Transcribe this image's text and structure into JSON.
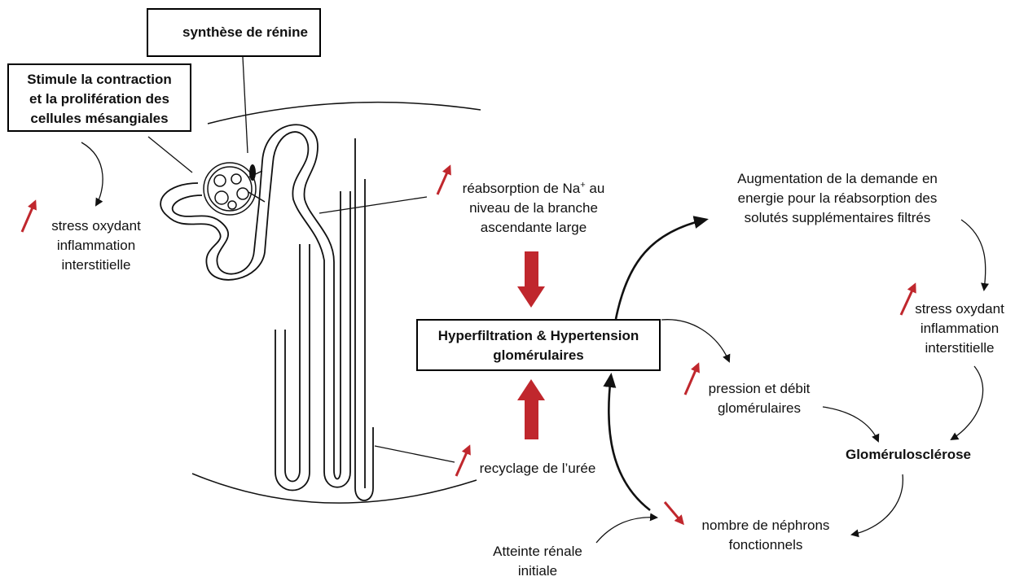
{
  "colors": {
    "up_arrow": "#c0272d",
    "down_arrow": "#c0272d",
    "big_arrow": "#c0272d",
    "line": "#111111"
  },
  "boxes": {
    "renin": "synthèse de rénine",
    "mesangial": [
      "Stimule la contraction",
      "et la prolifération des",
      "cellules mésangiales"
    ],
    "hyper": [
      "Hyperfiltration & Hypertension",
      "glomérulaires"
    ]
  },
  "labels": {
    "stress_left": [
      "stress oxydant",
      "inflammation",
      "interstitielle"
    ],
    "reabsorption": [
      "réabsorption de Na",
      "+",
      " au",
      "niveau de la branche",
      "ascendante large"
    ],
    "uree": "recyclage de l’urée",
    "energy": [
      "Augmentation de la demande en",
      "energie pour la réabsorption des",
      "solutés supplémentaires filtrés"
    ],
    "stress_right": [
      "stress oxydant",
      "inflammation",
      "interstitielle"
    ],
    "pression": [
      "pression et débit",
      "glomérulaires"
    ],
    "glomerulo": "Glomérulosclérose",
    "nephrons": [
      "nombre de néphrons",
      "fonctionnels"
    ],
    "atteinte": [
      "Atteinte rénale",
      "initiale"
    ]
  }
}
